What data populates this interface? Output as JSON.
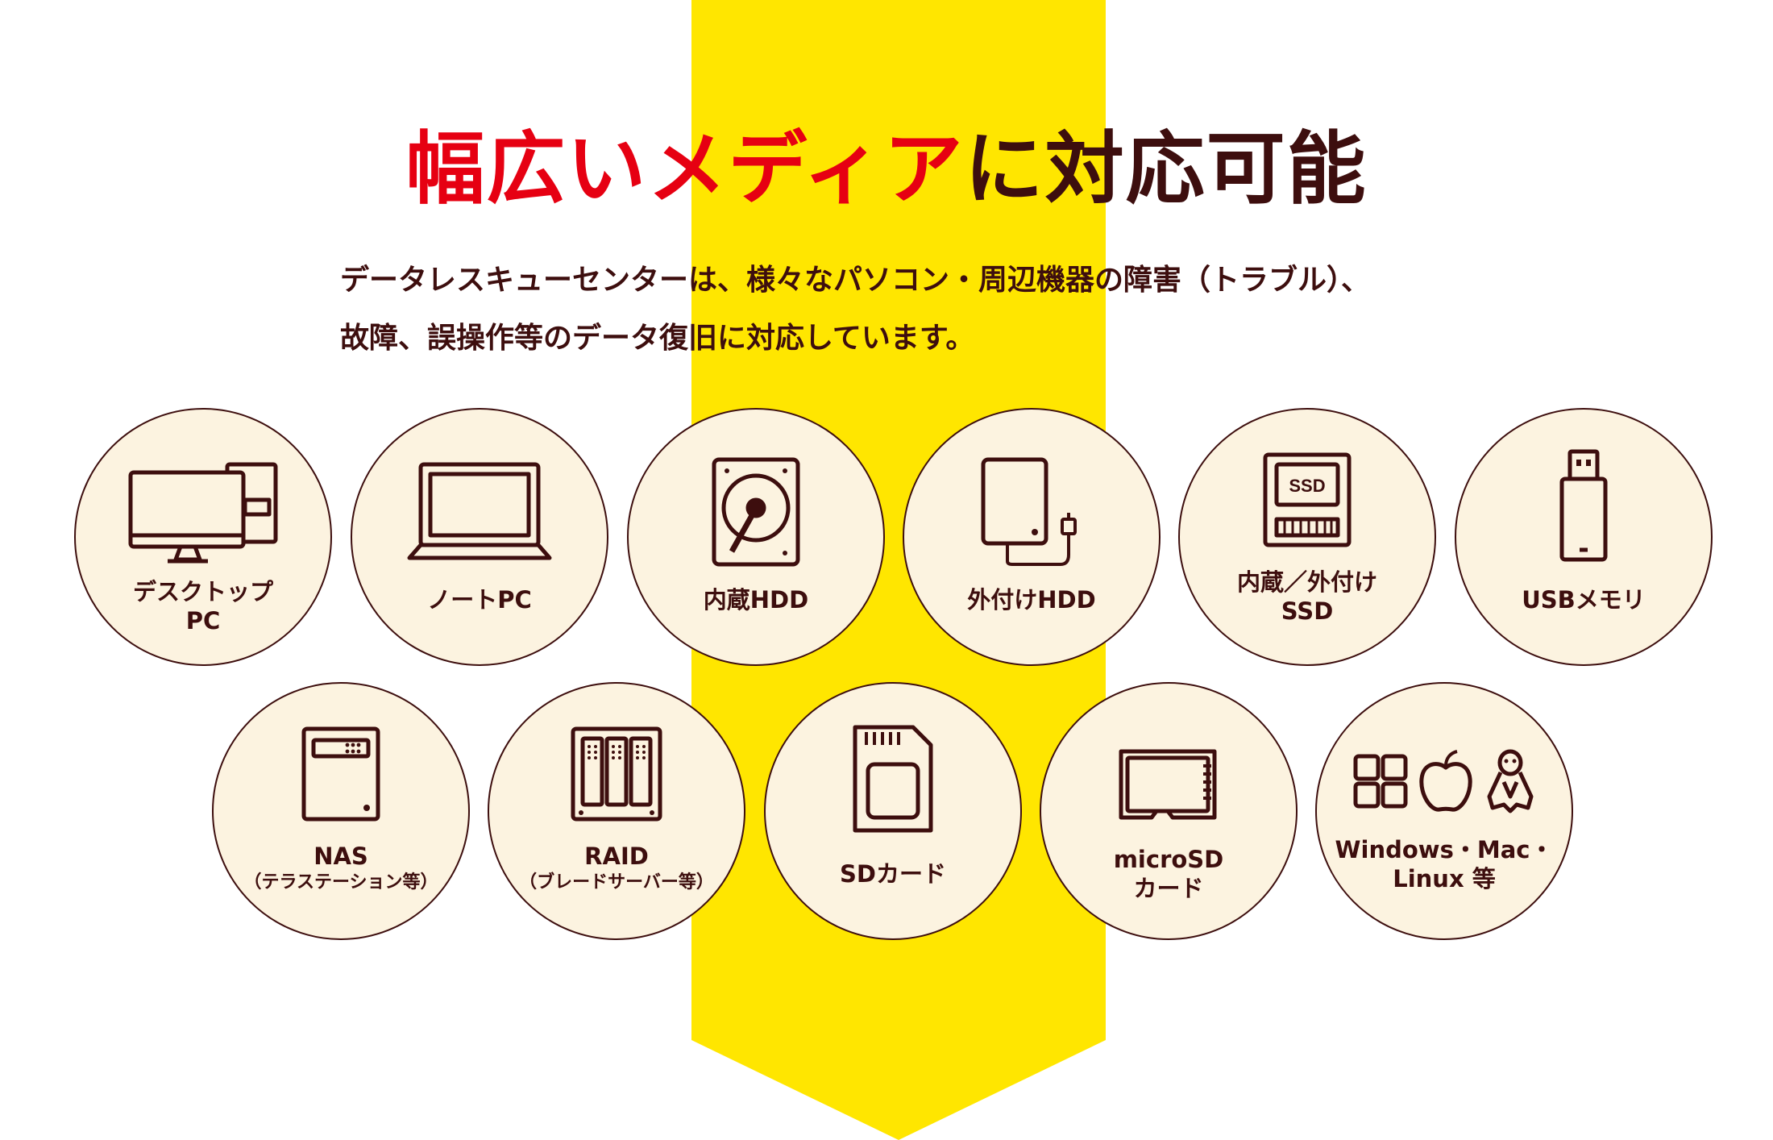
{
  "headline": {
    "red": "幅広いメディア",
    "dark": "に対応可能"
  },
  "lead": {
    "line1": "データレスキューセンターは、様々なパソコン・周辺機器の障害（トラブル）、",
    "line2": "故障、誤操作等のデータ復旧に対応しています。"
  },
  "media": [
    {
      "line1": "デスクトップ",
      "line2": "PC",
      "icon": "desktop-pc-icon"
    },
    {
      "line1": "ノートPC",
      "icon": "laptop-icon"
    },
    {
      "line1": "内蔵HDD",
      "icon": "internal-hdd-icon"
    },
    {
      "line1": "外付けHDD",
      "icon": "external-hdd-icon"
    },
    {
      "line1": "内蔵／外付け",
      "line2": "SSD",
      "icon_text": "SSD",
      "icon": "ssd-icon"
    },
    {
      "line1": "USBメモリ",
      "icon": "usb-memory-icon"
    },
    {
      "line1": "NAS",
      "line2": "（テラステーション等）",
      "icon": "nas-icon"
    },
    {
      "line1": "RAID",
      "line2": "（ブレードサーバー等）",
      "icon": "raid-server-icon"
    },
    {
      "line1": "SDカード",
      "icon": "sd-card-icon"
    },
    {
      "line1": "microSD",
      "line2": "カード",
      "icon": "microsd-card-icon"
    },
    {
      "line1": "Windows・Mac・",
      "line2": "Linux 等",
      "icon": "os-logos-icon"
    }
  ],
  "colors": {
    "accent_red": "#e60012",
    "dark_brown": "#3d0e0e",
    "ribbon_yellow": "#ffe600",
    "circle_fill": "#fcf3e0"
  }
}
